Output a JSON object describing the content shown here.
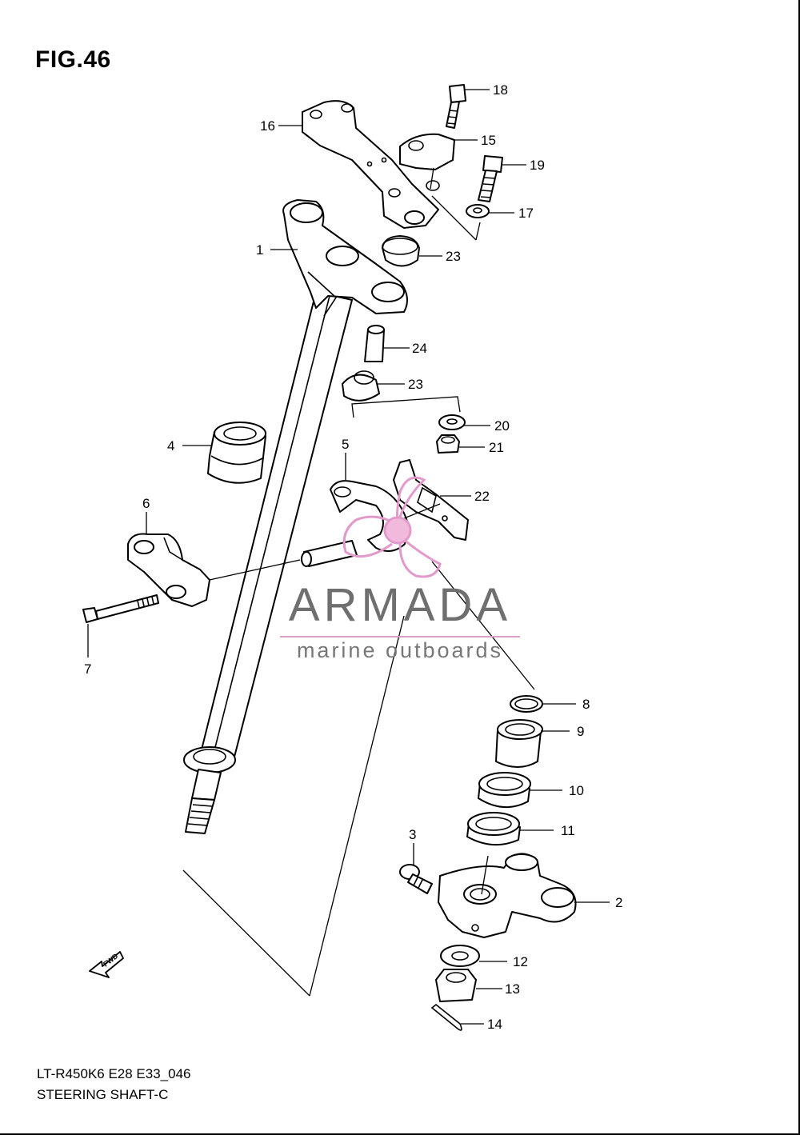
{
  "figure": {
    "title": "FIG.46"
  },
  "callouts": [
    {
      "id": "18",
      "label": "18"
    },
    {
      "id": "16",
      "label": "16"
    },
    {
      "id": "15",
      "label": "15"
    },
    {
      "id": "19",
      "label": "19"
    },
    {
      "id": "17",
      "label": "17"
    },
    {
      "id": "1",
      "label": "1"
    },
    {
      "id": "23a",
      "label": "23"
    },
    {
      "id": "24",
      "label": "24"
    },
    {
      "id": "23b",
      "label": "23"
    },
    {
      "id": "20",
      "label": "20"
    },
    {
      "id": "21",
      "label": "21"
    },
    {
      "id": "4",
      "label": "4"
    },
    {
      "id": "5",
      "label": "5"
    },
    {
      "id": "22",
      "label": "22"
    },
    {
      "id": "6",
      "label": "6"
    },
    {
      "id": "7",
      "label": "7"
    },
    {
      "id": "8",
      "label": "8"
    },
    {
      "id": "9",
      "label": "9"
    },
    {
      "id": "10",
      "label": "10"
    },
    {
      "id": "11",
      "label": "11"
    },
    {
      "id": "3",
      "label": "3"
    },
    {
      "id": "2",
      "label": "2"
    },
    {
      "id": "12",
      "label": "12"
    },
    {
      "id": "13",
      "label": "13"
    },
    {
      "id": "14",
      "label": "14"
    }
  ],
  "fwd_label": "FWD",
  "watermark": {
    "brand": "ARMADA",
    "subtitle": "marine outboards",
    "color": "#e29acb",
    "text_color": "#6f6f6f"
  },
  "caption": {
    "model": "LT-R450K6 E28 E33_046",
    "title": "STEERING SHAFT-C"
  }
}
